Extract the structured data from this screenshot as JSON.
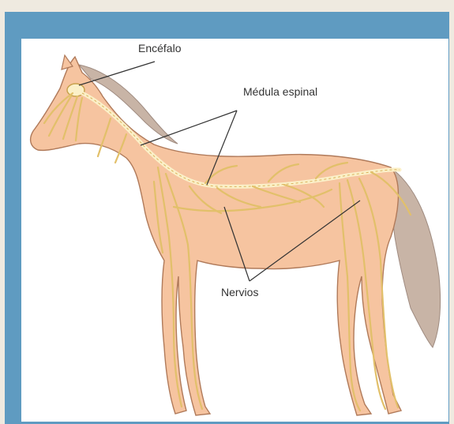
{
  "diagram": {
    "labels": {
      "brain": "Encéfalo",
      "spinal_cord": "Médula espinal",
      "nerves": "Nervios"
    },
    "colors": {
      "frame": "#5f9bc1",
      "body": "#f6c4a0",
      "outline": "#b07a5a",
      "mane_tail": "#c8b4a6",
      "nerve": "#e2c06a",
      "spinal_cord": "#fbf0c8",
      "leader_line": "#333333"
    }
  }
}
